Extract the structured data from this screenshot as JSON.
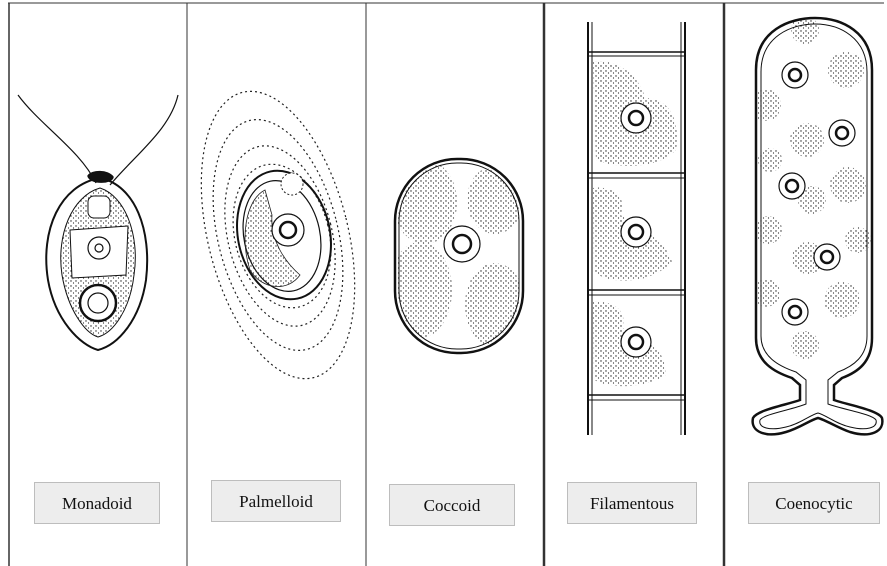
{
  "figure": {
    "panels": [
      {
        "id": "monadoid",
        "label": "Monadoid"
      },
      {
        "id": "palmelloid",
        "label": "Palmelloid"
      },
      {
        "id": "coccoid",
        "label": "Coccoid"
      },
      {
        "id": "filamentous",
        "label": "Filamentous"
      },
      {
        "id": "coenocytic",
        "label": "Coenocytic"
      }
    ]
  }
}
